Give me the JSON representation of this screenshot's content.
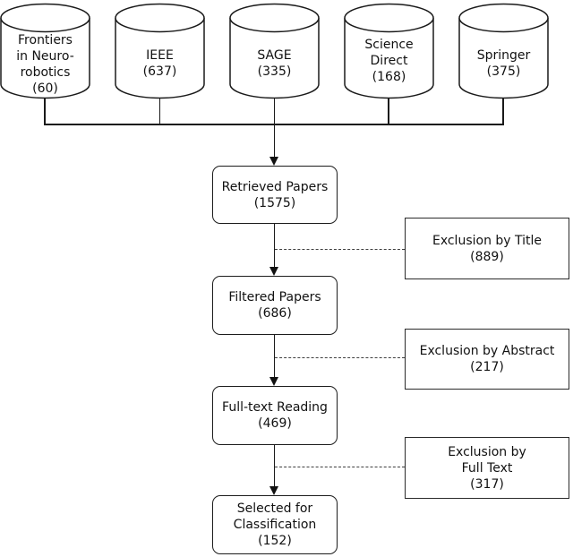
{
  "diagram": {
    "type": "flowchart",
    "sources": [
      {
        "name": "Frontiers in Neuro-robotics",
        "count": 60,
        "label": "Frontiers\nin Neuro-\nrobotics\n(60)"
      },
      {
        "name": "IEEE",
        "count": 637,
        "label": "IEEE\n(637)"
      },
      {
        "name": "SAGE",
        "count": 335,
        "label": "SAGE\n(335)"
      },
      {
        "name": "Science Direct",
        "count": 168,
        "label": "Science\nDirect\n(168)"
      },
      {
        "name": "Springer",
        "count": 375,
        "label": "Springer\n(375)"
      }
    ],
    "stages": [
      {
        "name": "Retrieved Papers",
        "count": 1575,
        "label": "Retrieved Papers\n(1575)"
      },
      {
        "name": "Filtered Papers",
        "count": 686,
        "label": "Filtered Papers\n(686)"
      },
      {
        "name": "Full-text Reading",
        "count": 469,
        "label": "Full-text Reading\n(469)"
      },
      {
        "name": "Selected for Classification",
        "count": 152,
        "label": "Selected for\nClassification\n(152)"
      }
    ],
    "exclusions": [
      {
        "name": "Exclusion by Title",
        "count": 889,
        "label": "Exclusion by Title\n(889)"
      },
      {
        "name": "Exclusion by Abstract",
        "count": 217,
        "label": "Exclusion by Abstract\n(217)"
      },
      {
        "name": "Exclusion by Full Text",
        "count": 317,
        "label": "Exclusion by\nFull Text\n(317)"
      }
    ],
    "colors": {
      "stroke": "#1a1a1a",
      "text": "#111111",
      "background": "#ffffff"
    }
  }
}
